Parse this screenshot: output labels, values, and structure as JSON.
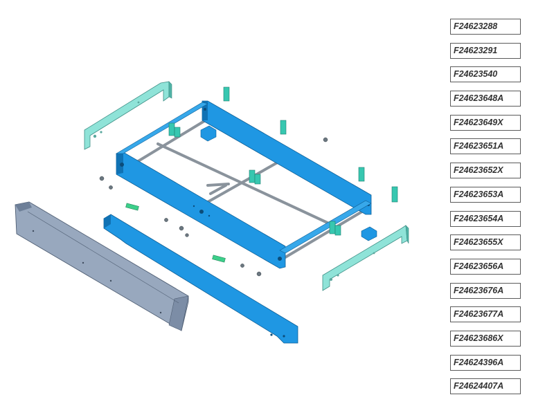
{
  "part_labels": [
    "F24623288",
    "F24623291",
    "F24623540",
    "F24623648A",
    "F24623649X",
    "F24623651A",
    "F24623652X",
    "F24623653A",
    "F24623654A",
    "F24623655X",
    "F24623656A",
    "F24623676A",
    "F24623677A",
    "F24623686X",
    "F24624396A",
    "F24624407A"
  ],
  "colors": {
    "frame_blue": "#1f97e3",
    "frame_blue_dark": "#1072b4",
    "bracket_teal": "#8fe3d8",
    "bracket_teal_dark": "#4fb3a6",
    "block_teal": "#37c7b0",
    "rod_gray": "#9aa3ab",
    "cover_steel": "#98a8be",
    "cover_steel_dark": "#6d7f98",
    "label_border": "#5a5a5a",
    "label_text": "#333333"
  }
}
